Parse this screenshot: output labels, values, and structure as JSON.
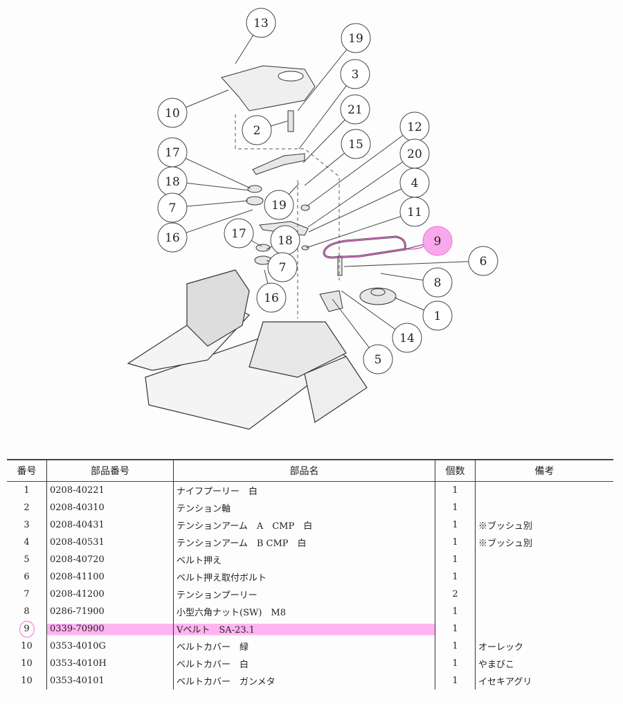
{
  "diagram": {
    "callouts": [
      "13",
      "19",
      "3",
      "10",
      "2",
      "21",
      "15",
      "12",
      "17",
      "20",
      "18",
      "4",
      "19",
      "7",
      "11",
      "16",
      "17",
      "18",
      "9",
      "6",
      "7",
      "8",
      "16",
      "1",
      "14",
      "5"
    ],
    "highlight_color": "#f070d8"
  },
  "table": {
    "headers": [
      "番号",
      "部品番号",
      "部品名",
      "個数",
      "備考"
    ],
    "rows": [
      {
        "no": "1",
        "code": "0208-40221",
        "name": "ナイフプーリー　白",
        "qty": "1",
        "note": ""
      },
      {
        "no": "2",
        "code": "0208-40310",
        "name": "テンション軸",
        "qty": "1",
        "note": ""
      },
      {
        "no": "3",
        "code": "0208-40431",
        "name": "テンションアーム　A　CMP　白",
        "qty": "1",
        "note": "※ブッシュ別"
      },
      {
        "no": "4",
        "code": "0208-40531",
        "name": "テンションアーム　B CMP　白",
        "qty": "1",
        "note": "※ブッシュ別"
      },
      {
        "no": "5",
        "code": "0208-40720",
        "name": "ベルト押え",
        "qty": "1",
        "note": ""
      },
      {
        "no": "6",
        "code": "0208-41100",
        "name": "ベルト押え取付ボルト",
        "qty": "1",
        "note": ""
      },
      {
        "no": "7",
        "code": "0208-41200",
        "name": "テンションプーリー",
        "qty": "2",
        "note": ""
      },
      {
        "no": "8",
        "code": "0286-71900",
        "name": "小型六角ナット(SW)　M8",
        "qty": "1",
        "note": ""
      },
      {
        "no": "9",
        "code": "0339-70900",
        "name": "Vベルト　SA-23.1",
        "qty": "1",
        "note": ""
      },
      {
        "no": "10",
        "code": "0353-4010G",
        "name": "ベルトカバー　緑",
        "qty": "1",
        "note": "オーレック"
      },
      {
        "no": "10",
        "code": "0353-4010H",
        "name": "ベルトカバー　白",
        "qty": "1",
        "note": "やまびこ"
      },
      {
        "no": "10",
        "code": "0353-40101",
        "name": "ベルトカバー　ガンメタ",
        "qty": "1",
        "note": "イセキアグリ"
      }
    ]
  }
}
